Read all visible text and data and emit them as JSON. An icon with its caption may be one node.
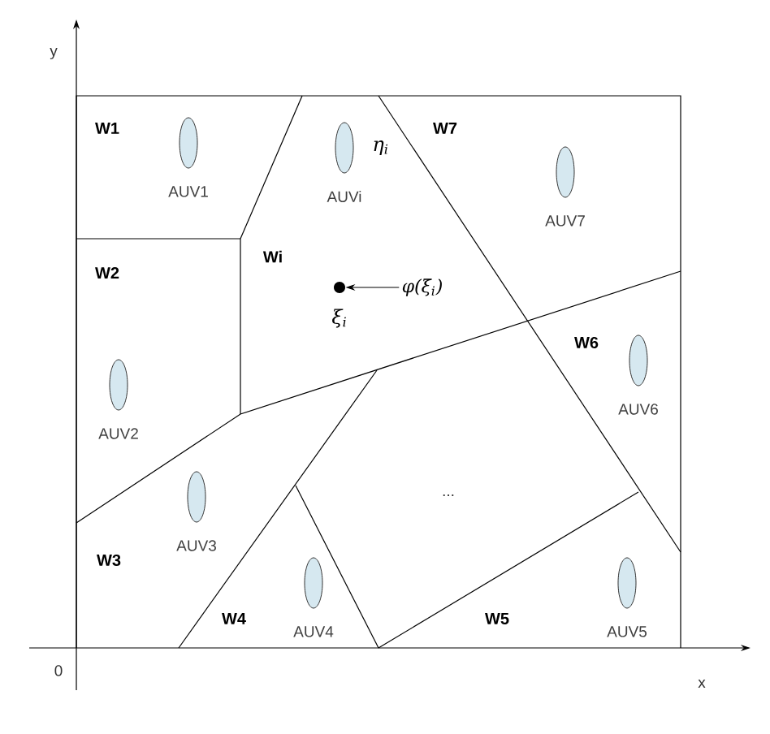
{
  "diagram": {
    "nodes": [
      {
        "text": [],
        "shape": "ellipse",
        "beside": [
          "AUV1"
        ]
      },
      {
        "text": [],
        "shape": "ellipse",
        "beside": [
          "η$_{i}$",
          "AUVi"
        ]
      },
      {
        "text": [],
        "shape": "ellipse",
        "beside": [
          "AUV7"
        ]
      },
      {
        "text": [],
        "shape": "circle",
        "beside": [
          "ξ$_{i}$"
        ]
      },
      {
        "text": [
          "φ(ξ$_{i}$)"
        ]
      },
      {
        "text": [],
        "shape": "ellipse",
        "beside": [
          "AUV2"
        ]
      },
      {
        "text": [],
        "shape": "ellipse",
        "beside": [
          "AUV6"
        ]
      },
      {
        "text": [],
        "shape": "ellipse",
        "beside": [
          "AUV3"
        ]
      },
      {
        "text": [],
        "shape": "ellipse",
        "beside": [
          "AUV4"
        ]
      },
      {
        "text": [],
        "shape": "ellipse",
        "beside": [
          "AUV5"
        ]
      }
    ],
    "edges": [
      {
        "from": 4,
        "to": 3,
        "arrow": "to"
      }
    ],
    "labels": [
      "y",
      "W1",
      "W7",
      "W2",
      "Wi",
      "W6",
      "...",
      "W3",
      "W4",
      "W5",
      "0",
      "x"
    ]
  }
}
